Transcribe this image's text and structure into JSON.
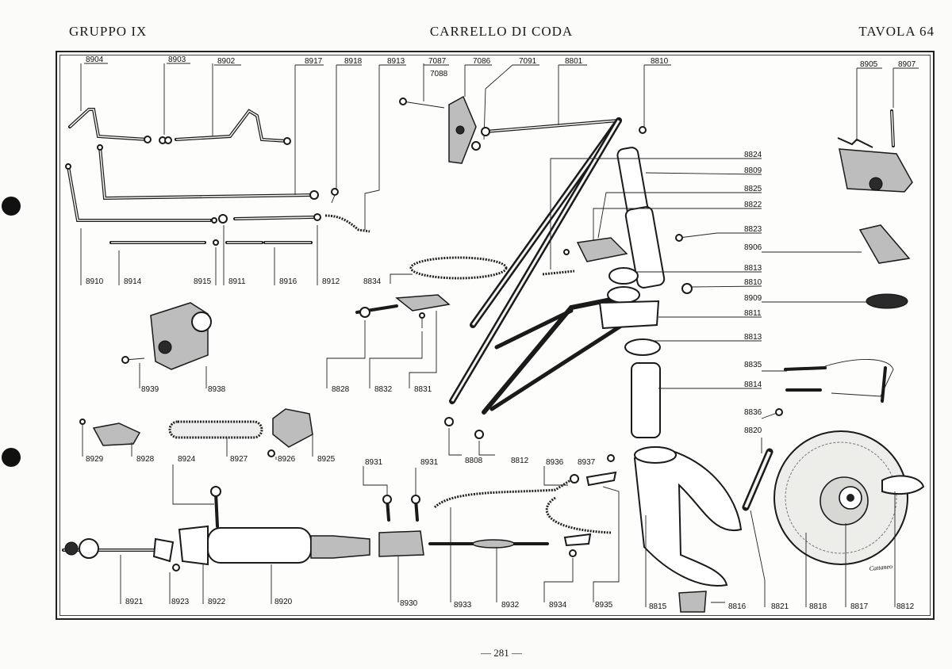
{
  "header": {
    "left": "GRUPPO IX",
    "center": "CARRELLO DI CODA",
    "right": "TAVOLA 64"
  },
  "labels": {
    "p8904": "8904",
    "p8903": "8903",
    "p8902": "8902",
    "p8917": "8917",
    "p8918": "8918",
    "p8913": "8913",
    "p7087": "7087",
    "p7088": "7088",
    "p7086": "7086",
    "p7091": "7091",
    "p8801": "8801",
    "p8810a": "8810",
    "p8905": "8905",
    "p8907": "8907",
    "p8824": "8824",
    "p8809": "8809",
    "p8825": "8825",
    "p8822": "8822",
    "p8823": "8823",
    "p8906": "8906",
    "p8813a": "8813",
    "p8810b": "8810",
    "p8909": "8909",
    "p8811": "8811",
    "p8813b": "8813",
    "p8835": "8835",
    "p8814": "8814",
    "p8836": "8836",
    "p8820": "8820",
    "p8910": "8910",
    "p8914": "8914",
    "p8915": "8915",
    "p8911": "8911",
    "p8916": "8916",
    "p8912": "8912",
    "p8834": "8834",
    "p8939": "8939",
    "p8938": "8938",
    "p8828": "8828",
    "p8832": "8832",
    "p8831a": "8831",
    "p8808": "8808",
    "p8812a": "8812",
    "p8929": "8929",
    "p8928": "8928",
    "p8924": "8924",
    "p8927": "8927",
    "p8926": "8926",
    "p8925": "8925",
    "p8931a": "8931",
    "p8931b": "8931",
    "p8936": "8936",
    "p8937": "8937",
    "p8921": "8921",
    "p8923": "8923",
    "p8922": "8922",
    "p8920": "8920",
    "p8930": "8930",
    "p8933": "8933",
    "p8932": "8932",
    "p8934": "8934",
    "p8935": "8935",
    "p8815": "8815",
    "p8816": "8816",
    "p8821": "8821",
    "p8818": "8818",
    "p8817": "8817",
    "p8812b": "8812",
    "signature": "Cattaneo"
  },
  "footer": {
    "page": "— 281 —"
  }
}
